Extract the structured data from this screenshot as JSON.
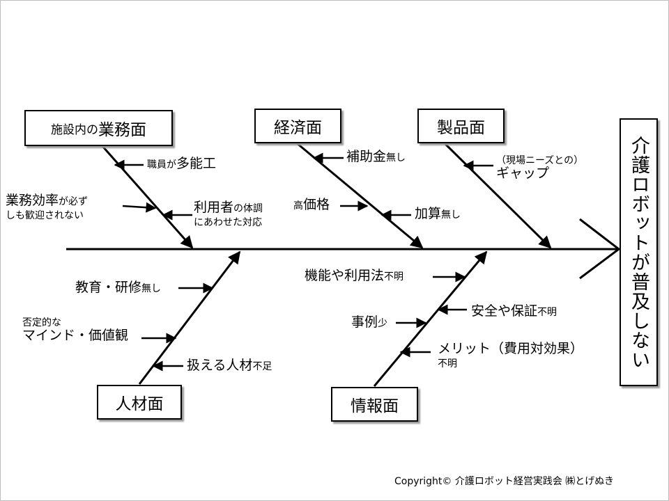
{
  "effect": "介護ロボットが普及しない",
  "categories": {
    "business": {
      "prefix": "施設内の",
      "main": "業務面"
    },
    "economy": {
      "main": "経済面"
    },
    "product": {
      "main": "製品面"
    },
    "human": {
      "main": "人材面"
    },
    "info": {
      "main": "情報面"
    }
  },
  "causes": {
    "business_1": {
      "a": "職員が",
      "b": "多能工"
    },
    "business_2": {
      "a": "業務効率",
      "b": "が必ず",
      "c": "しも歓迎されない"
    },
    "business_3": {
      "a": "利用者",
      "b": "の体調",
      "c": "にあわせた対応"
    },
    "economy_1": {
      "a": "補助金",
      "b": "無し"
    },
    "economy_2": {
      "a": "高",
      "b": "価格"
    },
    "economy_3": {
      "a": "加算",
      "b": "無し"
    },
    "product_1": {
      "a": "（現場ニーズとの）",
      "b": "ギャップ"
    },
    "human_1": {
      "a": "教育・研修",
      "b": "無し"
    },
    "human_2": {
      "a": "否定的な",
      "b": "マインド・価値観"
    },
    "human_3": {
      "a": "扱える人材",
      "b": "不足"
    },
    "info_1": {
      "a": "機能や利用法",
      "b": "不明"
    },
    "info_2": {
      "a": "事例",
      "b": "少"
    },
    "info_3": {
      "a": "安全や保証",
      "b": "不明"
    },
    "info_4": {
      "a": "メリット（費用対効果）",
      "b": "不明"
    }
  },
  "copyright": "Copyright© 介護ロボット経営実践会 ㈱とげぬき"
}
